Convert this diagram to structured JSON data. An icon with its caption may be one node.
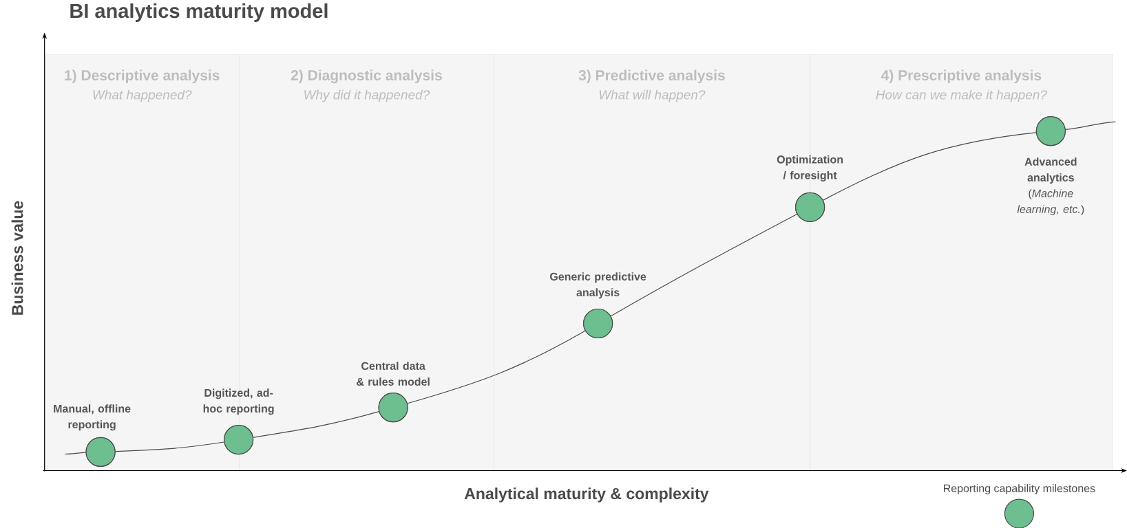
{
  "diagram": {
    "title": "BI analytics maturity model",
    "nodes": [
      {
        "text": [
          "1) Descriptive analysis",
          "What happened?"
        ]
      },
      {
        "text": [
          "2) Diagnostic analysis",
          "Why did it happened?"
        ]
      },
      {
        "text": [
          "3) Predictive analysis",
          "What will happen?"
        ]
      },
      {
        "text": [
          "4) Prescriptive analysis",
          "How can we make it happen?"
        ]
      },
      {
        "text": [],
        "shape": "circle",
        "beside": [
          "Manual, offline reporting"
        ],
        "in": 0
      },
      {
        "text": [],
        "shape": "circle",
        "beside": [
          "Digitized, ad-hoc reporting"
        ]
      },
      {
        "text": [],
        "shape": "circle",
        "beside": [
          "Central data & rules model"
        ],
        "in": 1
      },
      {
        "text": [],
        "shape": "circle",
        "beside": [
          "Generic predictive analysis"
        ],
        "in": 2
      },
      {
        "text": [],
        "shape": "circle",
        "beside": [
          "Optimization / foresight"
        ]
      },
      {
        "text": [],
        "shape": "circle",
        "beside": [
          "Advanced analytics",
          "(*Machine learning, etc.*)"
        ],
        "in": 3
      }
    ],
    "edges": [
      {
        "from": null,
        "to": 4,
        "arrow": "none"
      },
      {
        "from": 4,
        "to": 5,
        "arrow": "none"
      },
      {
        "from": 5,
        "to": 6,
        "arrow": "none"
      },
      {
        "from": 6,
        "to": 7,
        "arrow": "none"
      },
      {
        "from": 7,
        "to": 8,
        "arrow": "none"
      },
      {
        "from": 8,
        "to": 9,
        "arrow": "none"
      },
      {
        "from": 9,
        "to": null,
        "arrow": "none"
      }
    ],
    "labels": [
      "Business value",
      "Analytical maturity & complexity"
    ],
    "legend": [
      {
        "text": "Reporting capability milestones"
      }
    ]
  }
}
